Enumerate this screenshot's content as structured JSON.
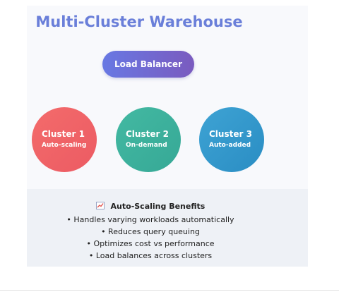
{
  "title": "Multi-Cluster Warehouse",
  "load_balancer": "Load Balancer",
  "clusters": [
    {
      "name": "Cluster 1",
      "mode": "Auto-scaling",
      "color": "#ec5b63"
    },
    {
      "name": "Cluster 2",
      "mode": "On-demand",
      "color": "#36a896"
    },
    {
      "name": "Cluster 3",
      "mode": "Auto-added",
      "color": "#2a8dc3"
    }
  ],
  "benefits": {
    "icon": "chart-increasing-icon",
    "title": "Auto-Scaling Benefits",
    "items": [
      "• Handles varying workloads automatically",
      "• Reduces query queuing",
      "• Optimizes cost vs performance",
      "• Load balances across clusters"
    ]
  }
}
